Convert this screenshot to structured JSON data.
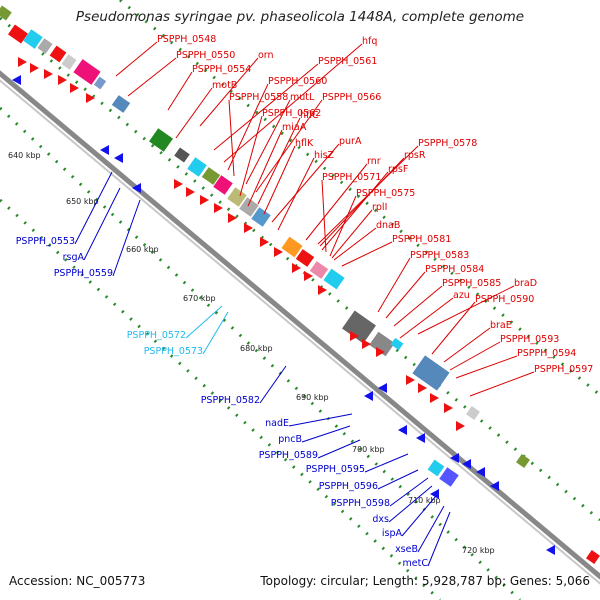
{
  "title": "Pseudomonas syringae pv. phaseolicola 1448A, complete genome",
  "footer": {
    "accession": "Accession: NC_005773",
    "topology": "Topology: circular; Length: 5,928,787 bp; Genes: 5,066"
  },
  "colors": {
    "reverse_label": "#0000cc",
    "forward_label": "#dd0000",
    "rna_label": "#22bbee",
    "backbone": "#888888",
    "tick": "#2a8a2a"
  },
  "kbp_ticks": [
    "640 kbp",
    "650 kbp",
    "660 kbp",
    "670 kbp",
    "680 kbp",
    "690 kbp",
    "700 kbp",
    "710 kbp",
    "720 kbp"
  ],
  "labels_forward": [
    "PSPPH_0548",
    "PSPPH_0550",
    "PSPPH_0554",
    "orn",
    "motB",
    "PSPPH_0561",
    "hfq",
    "PSPPH_0560",
    "PSPPH_0558",
    "mutL",
    "PSPPH_0566",
    "PSPPH_0562",
    "hflC",
    "miaA",
    "hflK",
    "purA",
    "hisZ",
    "rnr",
    "PSPPH_0578",
    "rpsR",
    "rpsF",
    "PSPPH_0571",
    "PSPPH_0575",
    "rplI",
    "dnaB",
    "PSPPH_0581",
    "PSPPH_0583",
    "PSPPH_0584",
    "PSPPH_0585",
    "braD",
    "azu",
    "PSPPH_0590",
    "braE",
    "PSPPH_0593",
    "PSPPH_0594",
    "PSPPH_0597"
  ],
  "labels_reverse": [
    "PSPPH_0553",
    "rsgA",
    "PSPPH_0559",
    "PSPPH_0582",
    "nadE",
    "pncB",
    "PSPPH_0589",
    "PSPPH_0595",
    "PSPPH_0596",
    "PSPPH_0598",
    "dxs",
    "ispA",
    "xseB",
    "metC"
  ],
  "labels_rna": [
    "PSPPH_0572",
    "PSPPH_0573"
  ]
}
